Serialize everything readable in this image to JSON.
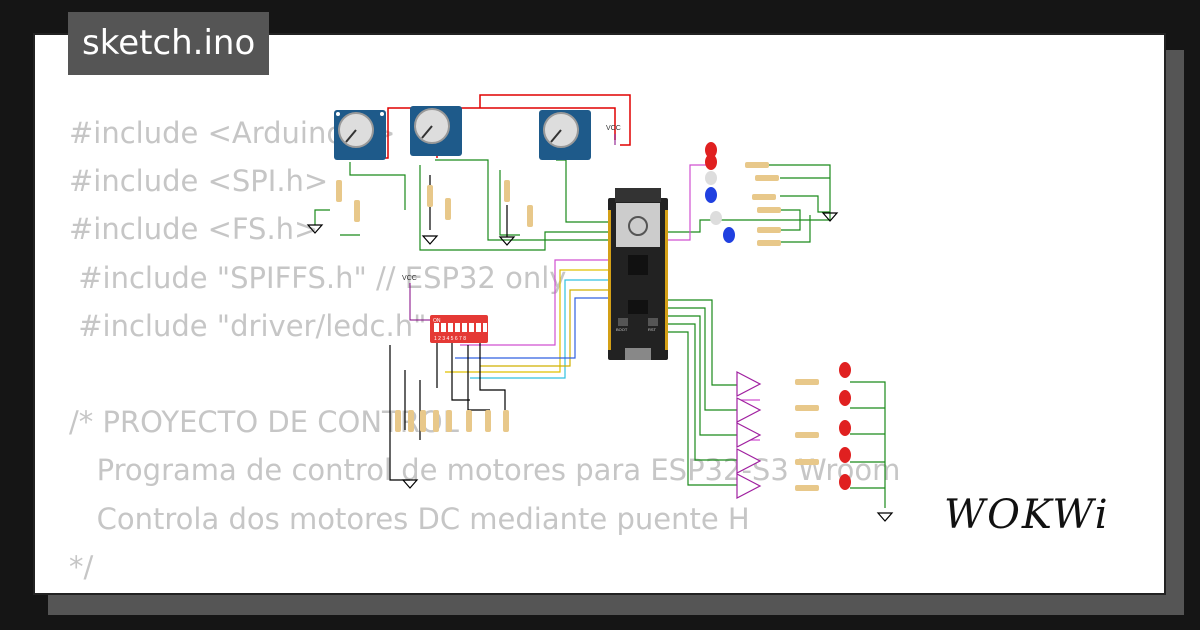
{
  "tab": {
    "filename": "sketch.ino"
  },
  "code": {
    "lines": [
      "#include <Arduino.h>",
      "#include <SPI.h>",
      "#include <FS.h>",
      " #include \"SPIFFS.h\" // ESP32 only",
      " #include \"driver/ledc.h\"",
      "",
      "/* PROYECTO DE CONTROL",
      "   Programa de control de motores para ESP32-S3 Wroom",
      "   Controla dos motores DC mediante puente H",
      "*/"
    ]
  },
  "circuit": {
    "vcc_label": "VCC",
    "dip_switch_label": "ON",
    "dip_switch_numbers": "1 2 3 4 5 6 7 8",
    "board_buttons": [
      "BOOT",
      "RST"
    ]
  },
  "brand": {
    "logo": "WOKWi"
  },
  "colors": {
    "background": "#151515",
    "card": "#ffffff",
    "tab": "#555555",
    "code_text": "#c6c6c6",
    "wire_red": "#e00000",
    "wire_green": "#1a8a1a",
    "wire_black": "#000000",
    "board": "#222222",
    "pot_body": "#1e5a8a"
  }
}
